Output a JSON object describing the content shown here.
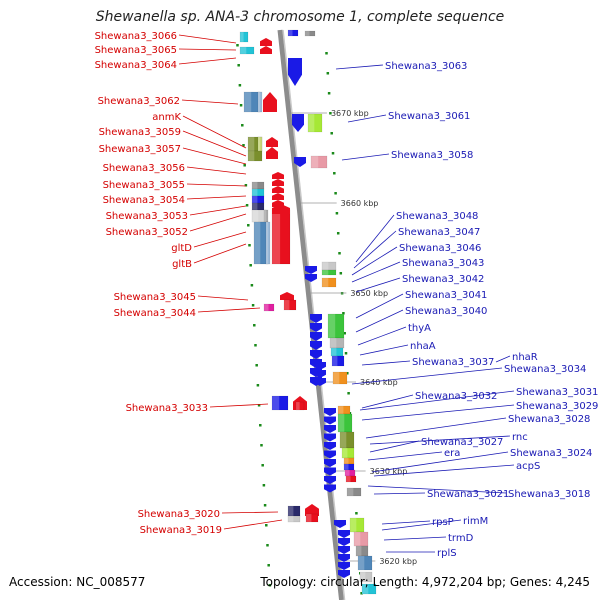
{
  "title": "Shewanella sp. ANA-3 chromosome 1, complete sequence",
  "footer": {
    "accession": "Accession: NC_008577",
    "summary": "Topology: circular; Length: 4,972,204 bp; Genes: 4,245"
  },
  "colors": {
    "left_label": "#d40000",
    "right_label": "#1a1ab4",
    "backbone": "#8c8c8c",
    "tick": "#1a8a1a"
  },
  "ticks": [
    "3670 kbp",
    "3660 kbp",
    "3650 kbp",
    "3640 kbp",
    "3630 kbp",
    "3620 kbp"
  ],
  "left_labels": [
    "Shewana3_3066",
    "Shewana3_3065",
    "Shewana3_3064",
    "Shewana3_3062",
    "anmK",
    "Shewana3_3059",
    "Shewana3_3057",
    "Shewana3_3056",
    "Shewana3_3055",
    "Shewana3_3054",
    "Shewana3_3053",
    "Shewana3_3052",
    "gltD",
    "gltB",
    "Shewana3_3045",
    "Shewana3_3044",
    "Shewana3_3033",
    "Shewana3_3020",
    "Shewana3_3019"
  ],
  "right_labels": [
    "Shewana3_3063",
    "Shewana3_3061",
    "Shewana3_3058",
    "Shewana3_3048",
    "Shewana3_3047",
    "Shewana3_3046",
    "Shewana3_3043",
    "Shewana3_3042",
    "Shewana3_3041",
    "Shewana3_3040",
    "thyA",
    "nhaA",
    "Shewana3_3037",
    "nhaR",
    "Shewana3_3034",
    "Shewana3_3032",
    "Shewana3_3031",
    "Shewana3_3029",
    "Shewana3_3028",
    "rnc",
    "Shewana3_3027",
    "era",
    "Shewana3_3024",
    "acpS",
    "Shewana3_3021",
    "Shewana3_3018",
    "rpsP",
    "rimM",
    "trmD",
    "rplS"
  ]
}
